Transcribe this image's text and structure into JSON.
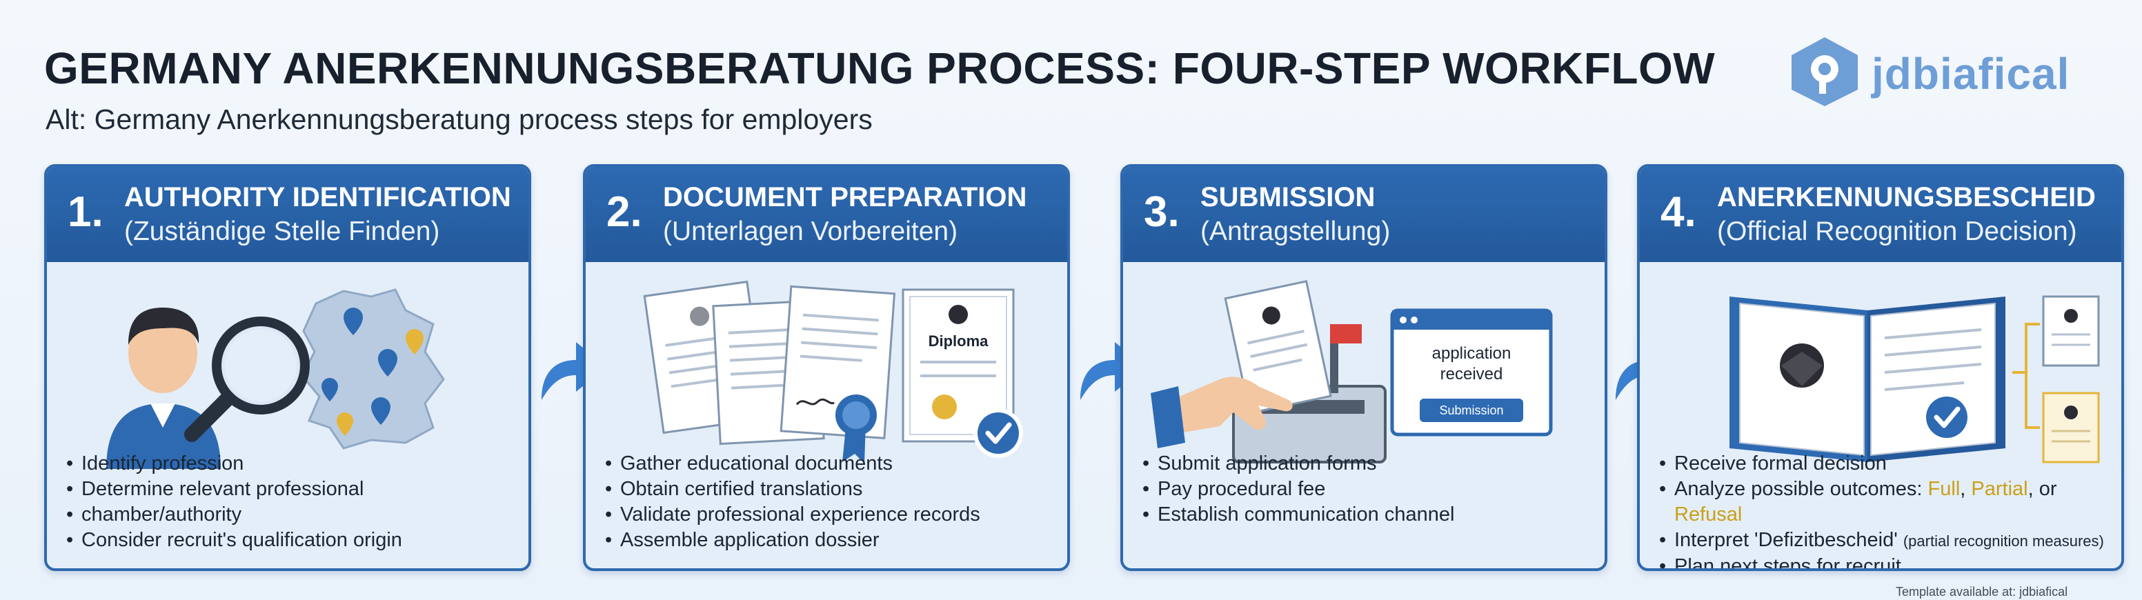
{
  "header": {
    "title": "GERMANY ANERKENNUNGSBERATUNG PROCESS: FOUR-STEP WORKFLOW",
    "subtitle": "Alt: Germany Anerkennungsberatung process steps for employers",
    "brand": "jdbiafical"
  },
  "colors": {
    "header_blue": "#2d6ab2",
    "card_bg": "#e4eef9",
    "arrow_blue": "#3a7fd0",
    "highlight_gold": "#c9a019",
    "check_blue": "#2d6ab2"
  },
  "steps": [
    {
      "number": "1.",
      "title": "AUTHORITY IDENTIFICATION",
      "subtitle": "(Zuständige Stelle Finden)",
      "icon": "person-magnifier-map-icon",
      "bullets": [
        "Identify profession",
        "Determine relevant professional",
        "chamber/authority",
        "Consider recruit's qualification origin"
      ]
    },
    {
      "number": "2.",
      "title": "DOCUMENT PREPARATION",
      "subtitle": "(Unterlagen Vorbereiten)",
      "icon": "documents-diploma-icon",
      "diploma_label": "Diploma",
      "bullets": [
        "Gather educational documents",
        "Obtain certified translations",
        "Validate professional experience records",
        "Assemble application dossier"
      ]
    },
    {
      "number": "3.",
      "title": "SUBMISSION",
      "subtitle": "(Antragstellung)",
      "icon": "hand-mailbox-icon",
      "screen_text_1": "application",
      "screen_text_2": "received",
      "screen_button": "Submission",
      "bullets": [
        "Submit application forms",
        "Pay procedural fee",
        "Establish communication channel"
      ]
    },
    {
      "number": "4.",
      "title": "ANERKENNUNGSBESCHEID",
      "subtitle": "(Official Recognition Decision)",
      "icon": "open-certificate-icon",
      "bullets": {
        "b1": "Receive formal decision",
        "b2_prefix": "Analyze possible outcomes: ",
        "b2_full": "Full",
        "b2_sep1": ", ",
        "b2_partial": "Partial",
        "b2_sep2": ", or ",
        "b2_refusal": "Refusal",
        "b3_prefix": "Interpret 'Defizitbescheid' ",
        "b3_small": "(partial recognition measures)",
        "b4": "Plan next steps for recruit"
      }
    }
  ],
  "footnote": "Template available at: jdbiafical"
}
